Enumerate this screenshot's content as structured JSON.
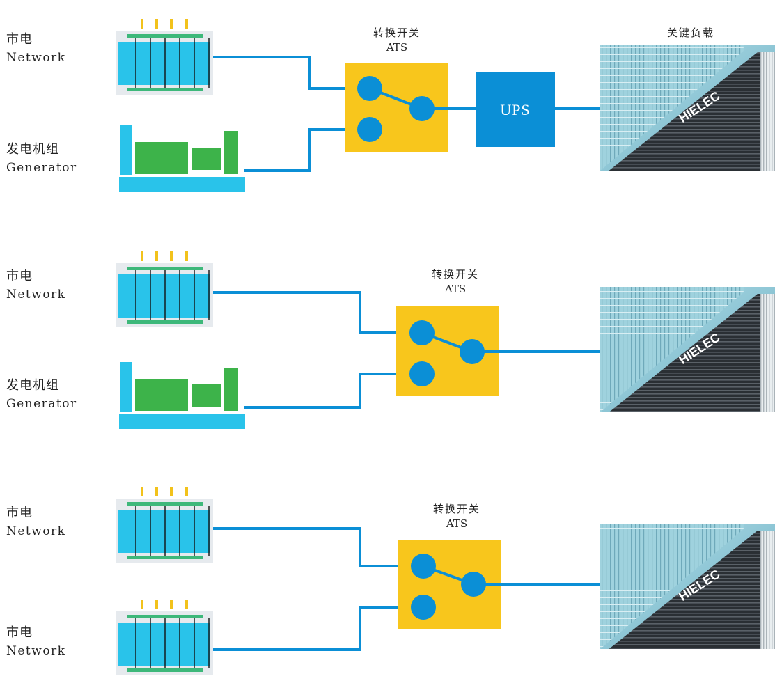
{
  "sections": [
    {
      "sources": [
        {
          "name_cn": "市电",
          "name_en": "Network",
          "type": "transformer"
        },
        {
          "name_cn": "发电机组",
          "name_en": "Generator",
          "type": "generator"
        }
      ],
      "switch": {
        "name_cn": "转换开关",
        "name_en": "ATS"
      },
      "ups": {
        "label": "UPS"
      },
      "load": {
        "label": "关键负载",
        "logo": "HIELEC"
      }
    },
    {
      "sources": [
        {
          "name_cn": "市电",
          "name_en": "Network",
          "type": "transformer"
        },
        {
          "name_cn": "发电机组",
          "name_en": "Generator",
          "type": "generator"
        }
      ],
      "switch": {
        "name_cn": "转换开关",
        "name_en": "ATS"
      },
      "load": {
        "logo": "HIELEC"
      }
    },
    {
      "sources": [
        {
          "name_cn": "市电",
          "name_en": "Network",
          "type": "transformer"
        },
        {
          "name_cn": "市电",
          "name_en": "Network",
          "type": "transformer"
        }
      ],
      "switch": {
        "name_cn": "转换开关",
        "name_en": "ATS"
      },
      "load": {
        "logo": "HIELEC"
      }
    }
  ],
  "colors": {
    "wire": "#0b8fd6",
    "ats_box": "#f8c61c",
    "switch_node": "#0b8fd6",
    "ups_box": "#0b8fd6",
    "transformer_body": "#29c3ea",
    "transformer_frame": "#e6eaee",
    "transformer_bar": "#3db87a",
    "transformer_terminal": "#f2c21b",
    "generator_base": "#29c3ea",
    "generator_engine": "#3db34a"
  },
  "icons": [
    "transformer-icon",
    "generator-icon",
    "building-photo"
  ]
}
